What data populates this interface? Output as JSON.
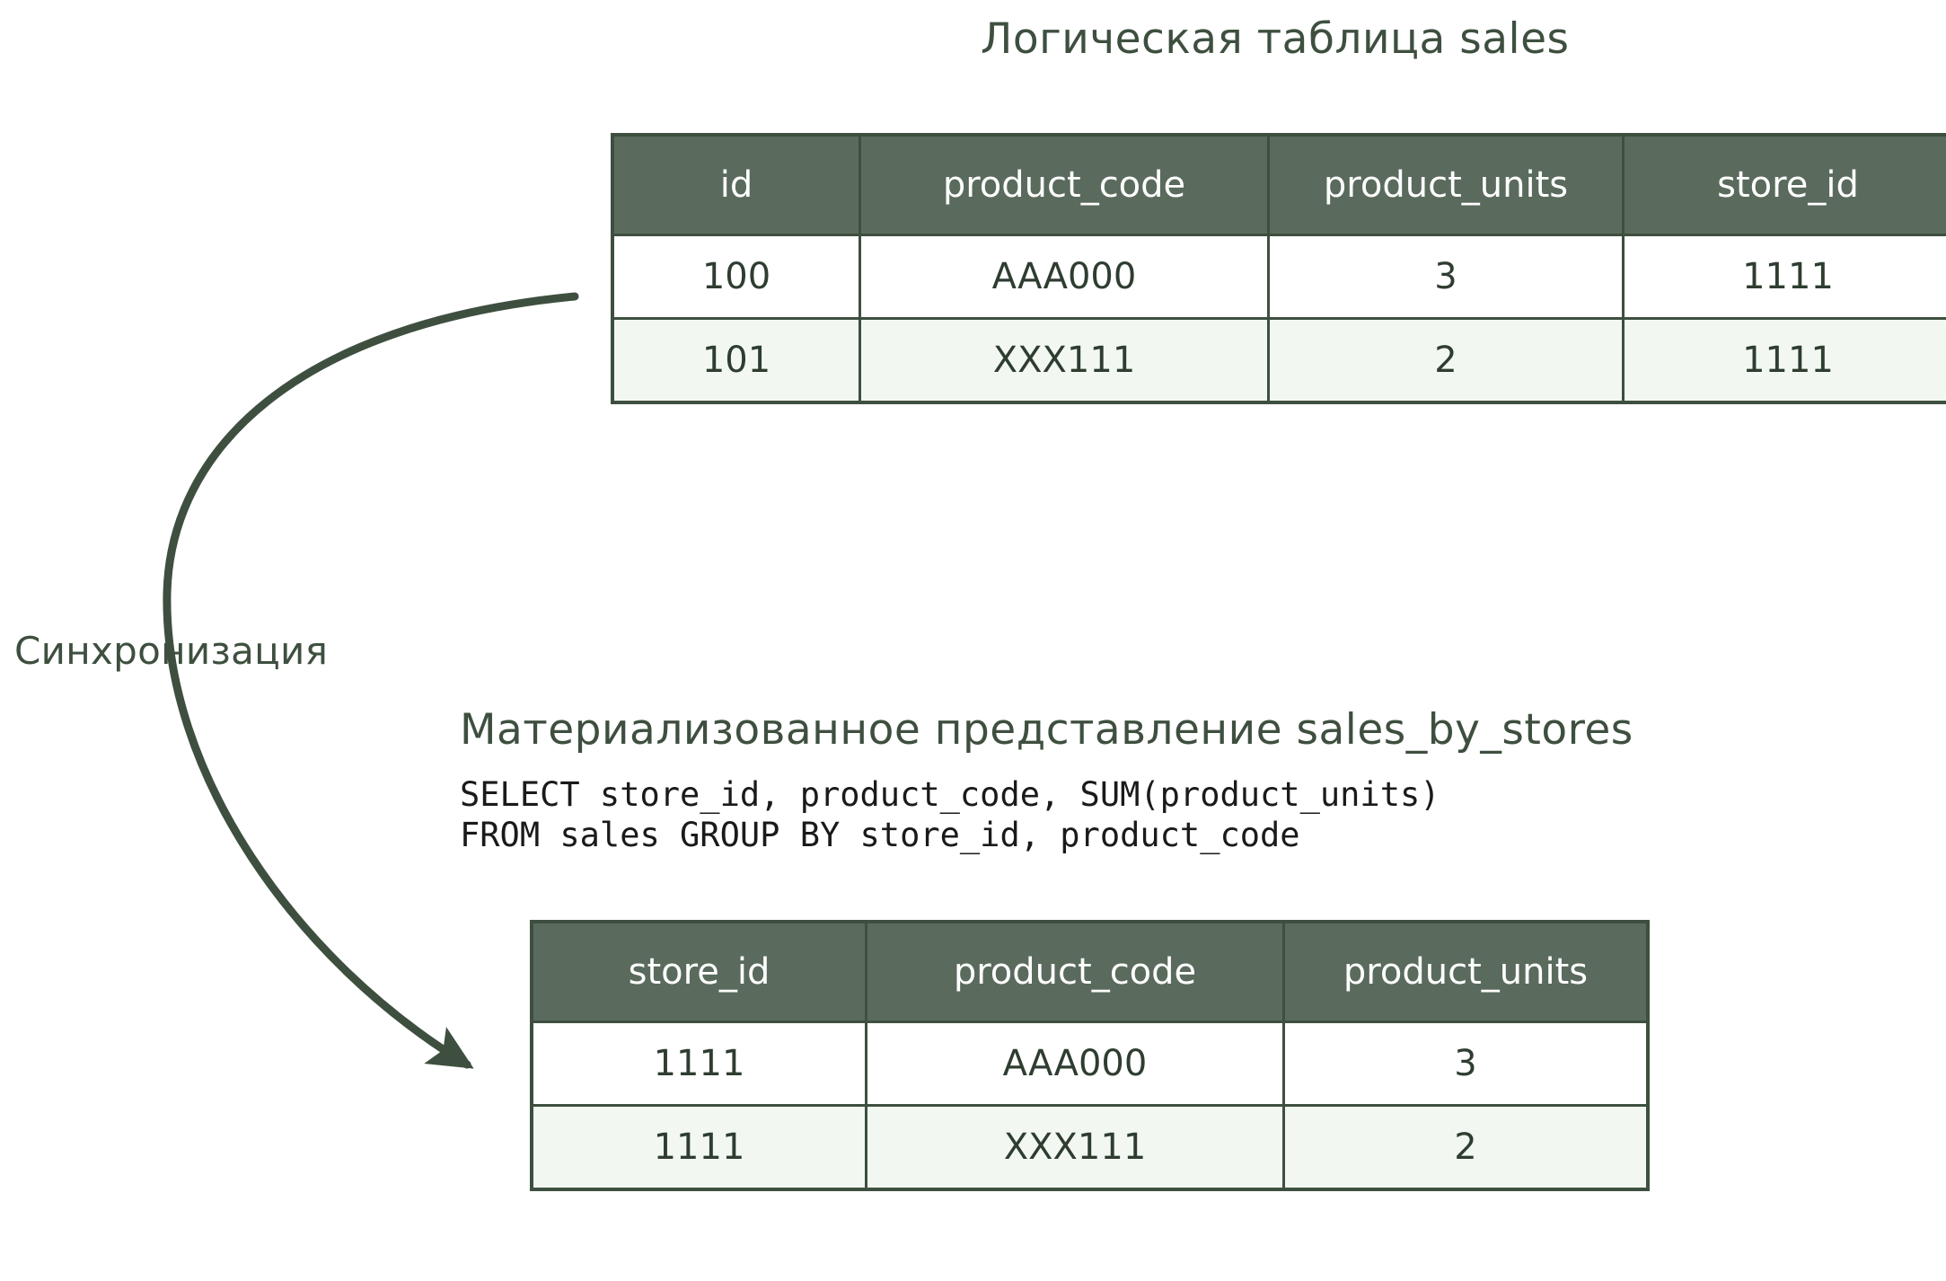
{
  "diagram": {
    "background_color": "#FFFFFF",
    "accent_color": "#3E4F3F",
    "header_fill": "#5A6B5D",
    "alt_row_fill": "#F2F8F1"
  },
  "logical_table": {
    "title": "Логическая таблица sales",
    "columns": [
      "id",
      "product_code",
      "product_units",
      "store_id"
    ],
    "rows": [
      [
        "100",
        "AAA000",
        "3",
        "1111"
      ],
      [
        "101",
        "XXX111",
        "2",
        "1111"
      ]
    ]
  },
  "arrow": {
    "label": "Синхронизация"
  },
  "materialized_view": {
    "title": "Материализованное представление sales_by_stores",
    "sql": "SELECT store_id, product_code, SUM(product_units)\nFROM sales GROUP BY store_id, product_code",
    "columns": [
      "store_id",
      "product_code",
      "product_units"
    ],
    "rows": [
      [
        "1111",
        "AAA000",
        "3"
      ],
      [
        "1111",
        "XXX111",
        "2"
      ]
    ]
  }
}
